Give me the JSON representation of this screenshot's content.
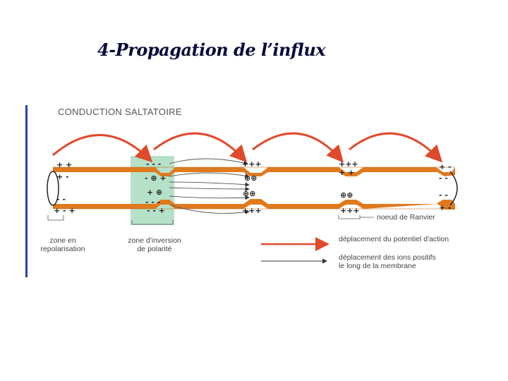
{
  "slide": {
    "title": "4-Propagation de l’influx"
  },
  "figure": {
    "title": "CONDUCTION SALTATOIRE",
    "labels": {
      "zone_repol_1": "zone en",
      "zone_repol_2": "repolarisation",
      "zone_inv_1": "zone d'inversion",
      "zone_inv_2": "de polarité",
      "noeud": "noeud de Ranvier",
      "legend_red": "déplacement du potentiel d'action",
      "legend_black_1": "déplacement des ions positifs",
      "legend_black_2": "le long de la membrane"
    },
    "colors": {
      "axon": "#e07a1f",
      "arrow_red": "#e04a2c",
      "zone_highlight": "#a9dcc0",
      "accent_bar": "#2b3fa8"
    }
  }
}
